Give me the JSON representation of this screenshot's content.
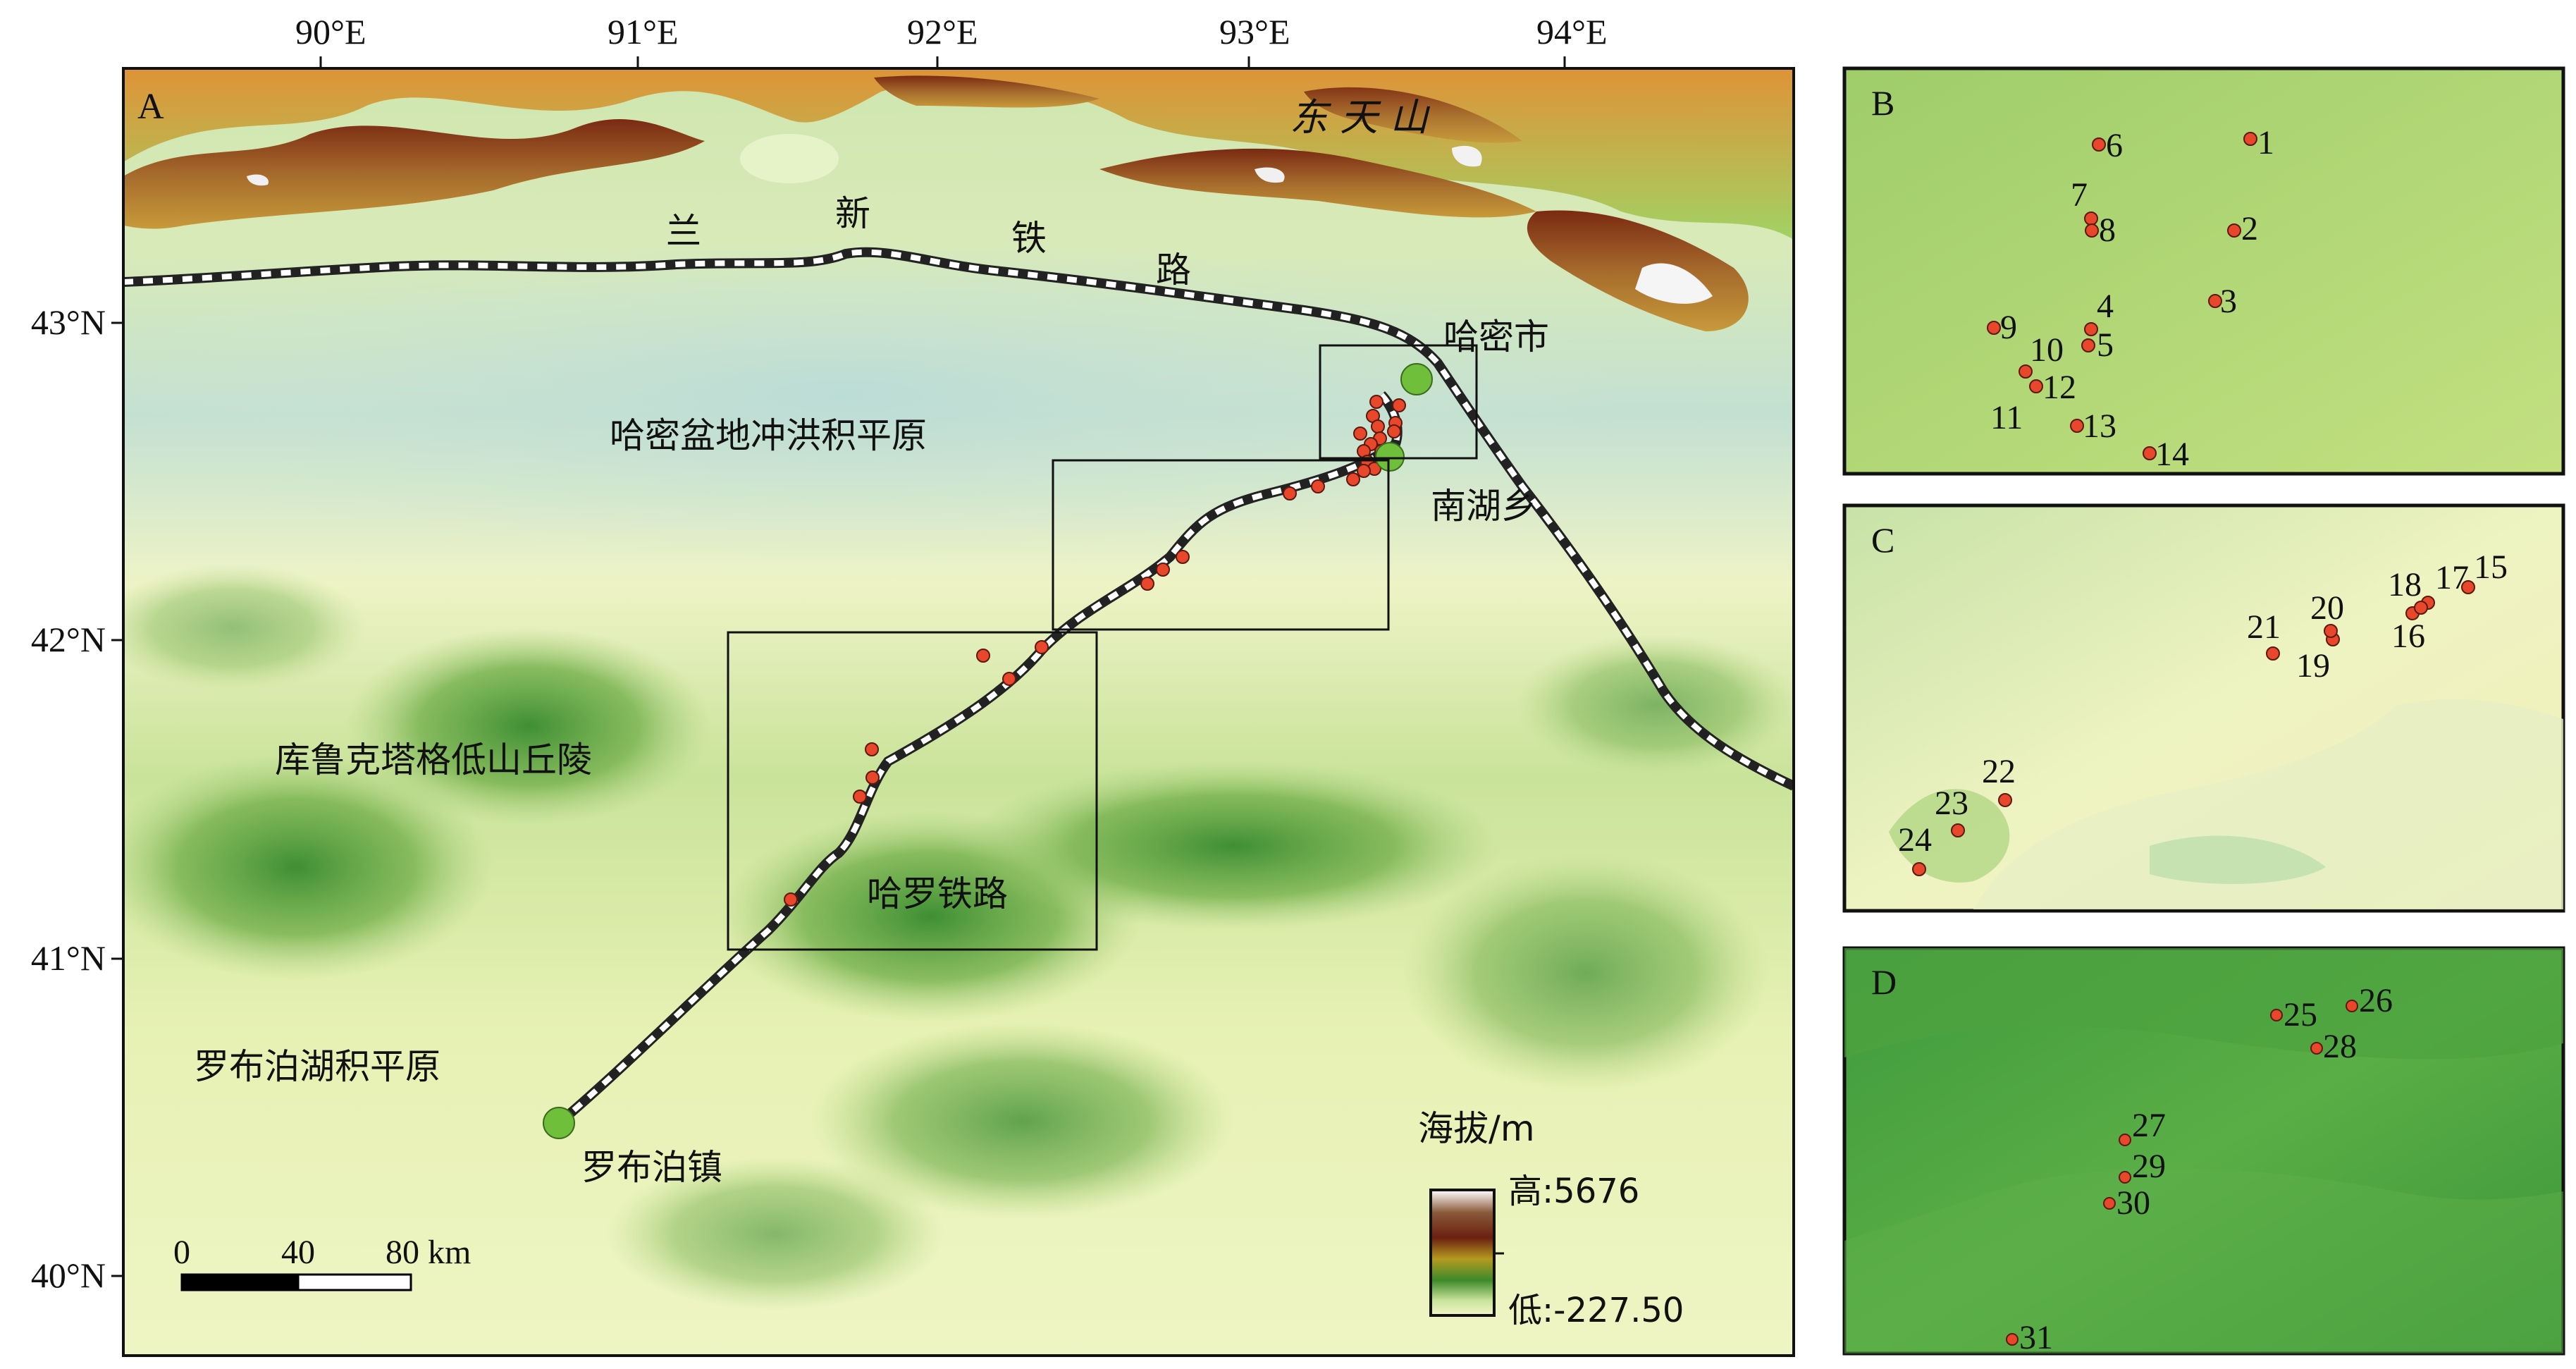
{
  "coords": {
    "lon": [
      "90°E",
      "91°E",
      "92°E",
      "93°E",
      "94°E"
    ],
    "lat": [
      "43°N",
      "42°N",
      "41°N",
      "40°N"
    ]
  },
  "panel_letters": {
    "A": "A",
    "B": "B",
    "C": "C",
    "D": "D"
  },
  "map_labels": {
    "mountain": "东 天 山",
    "rail_chars": [
      "兰",
      "新",
      "铁",
      "路"
    ],
    "hami_city": "哈密市",
    "plain": "哈密盆地冲洪积平原",
    "nanhu": "南湖乡",
    "kuruk": "库鲁克塔格低山丘陵",
    "haluo": "哈罗铁路",
    "lop_plain": "罗布泊湖积平原",
    "lop_town": "罗布泊镇"
  },
  "legend": {
    "title": "海拔/m",
    "high": "高:5676",
    "low": "低:-227.50",
    "colors": [
      "#ffffff",
      "#8a5a3a",
      "#6b1f10",
      "#b59a20",
      "#3d8a2a",
      "#c9e39a",
      "#f3f6c9"
    ]
  },
  "scalebar": {
    "ticks": [
      "0",
      "40",
      "80 km"
    ]
  },
  "colors": {
    "point_fill": "#e8472b",
    "station_fill": "#6fbf3a",
    "railway": "#222222"
  },
  "inset_B": {
    "points": [
      {
        "label": "1"
      },
      {
        "label": "2"
      },
      {
        "label": "3"
      },
      {
        "label": "4"
      },
      {
        "label": "5"
      },
      {
        "label": "6"
      },
      {
        "label": "7"
      },
      {
        "label": "8"
      },
      {
        "label": "9"
      },
      {
        "label": "10"
      },
      {
        "label": "11"
      },
      {
        "label": "12"
      },
      {
        "label": "13"
      },
      {
        "label": "14"
      }
    ]
  },
  "inset_C": {
    "points": [
      {
        "label": "15"
      },
      {
        "label": "16"
      },
      {
        "label": "17"
      },
      {
        "label": "18"
      },
      {
        "label": "19"
      },
      {
        "label": "20"
      },
      {
        "label": "21"
      },
      {
        "label": "22"
      },
      {
        "label": "23"
      },
      {
        "label": "24"
      }
    ]
  },
  "inset_D": {
    "points": [
      {
        "label": "25"
      },
      {
        "label": "26"
      },
      {
        "label": "27"
      },
      {
        "label": "28"
      },
      {
        "label": "29"
      },
      {
        "label": "30"
      },
      {
        "label": "31"
      }
    ]
  }
}
